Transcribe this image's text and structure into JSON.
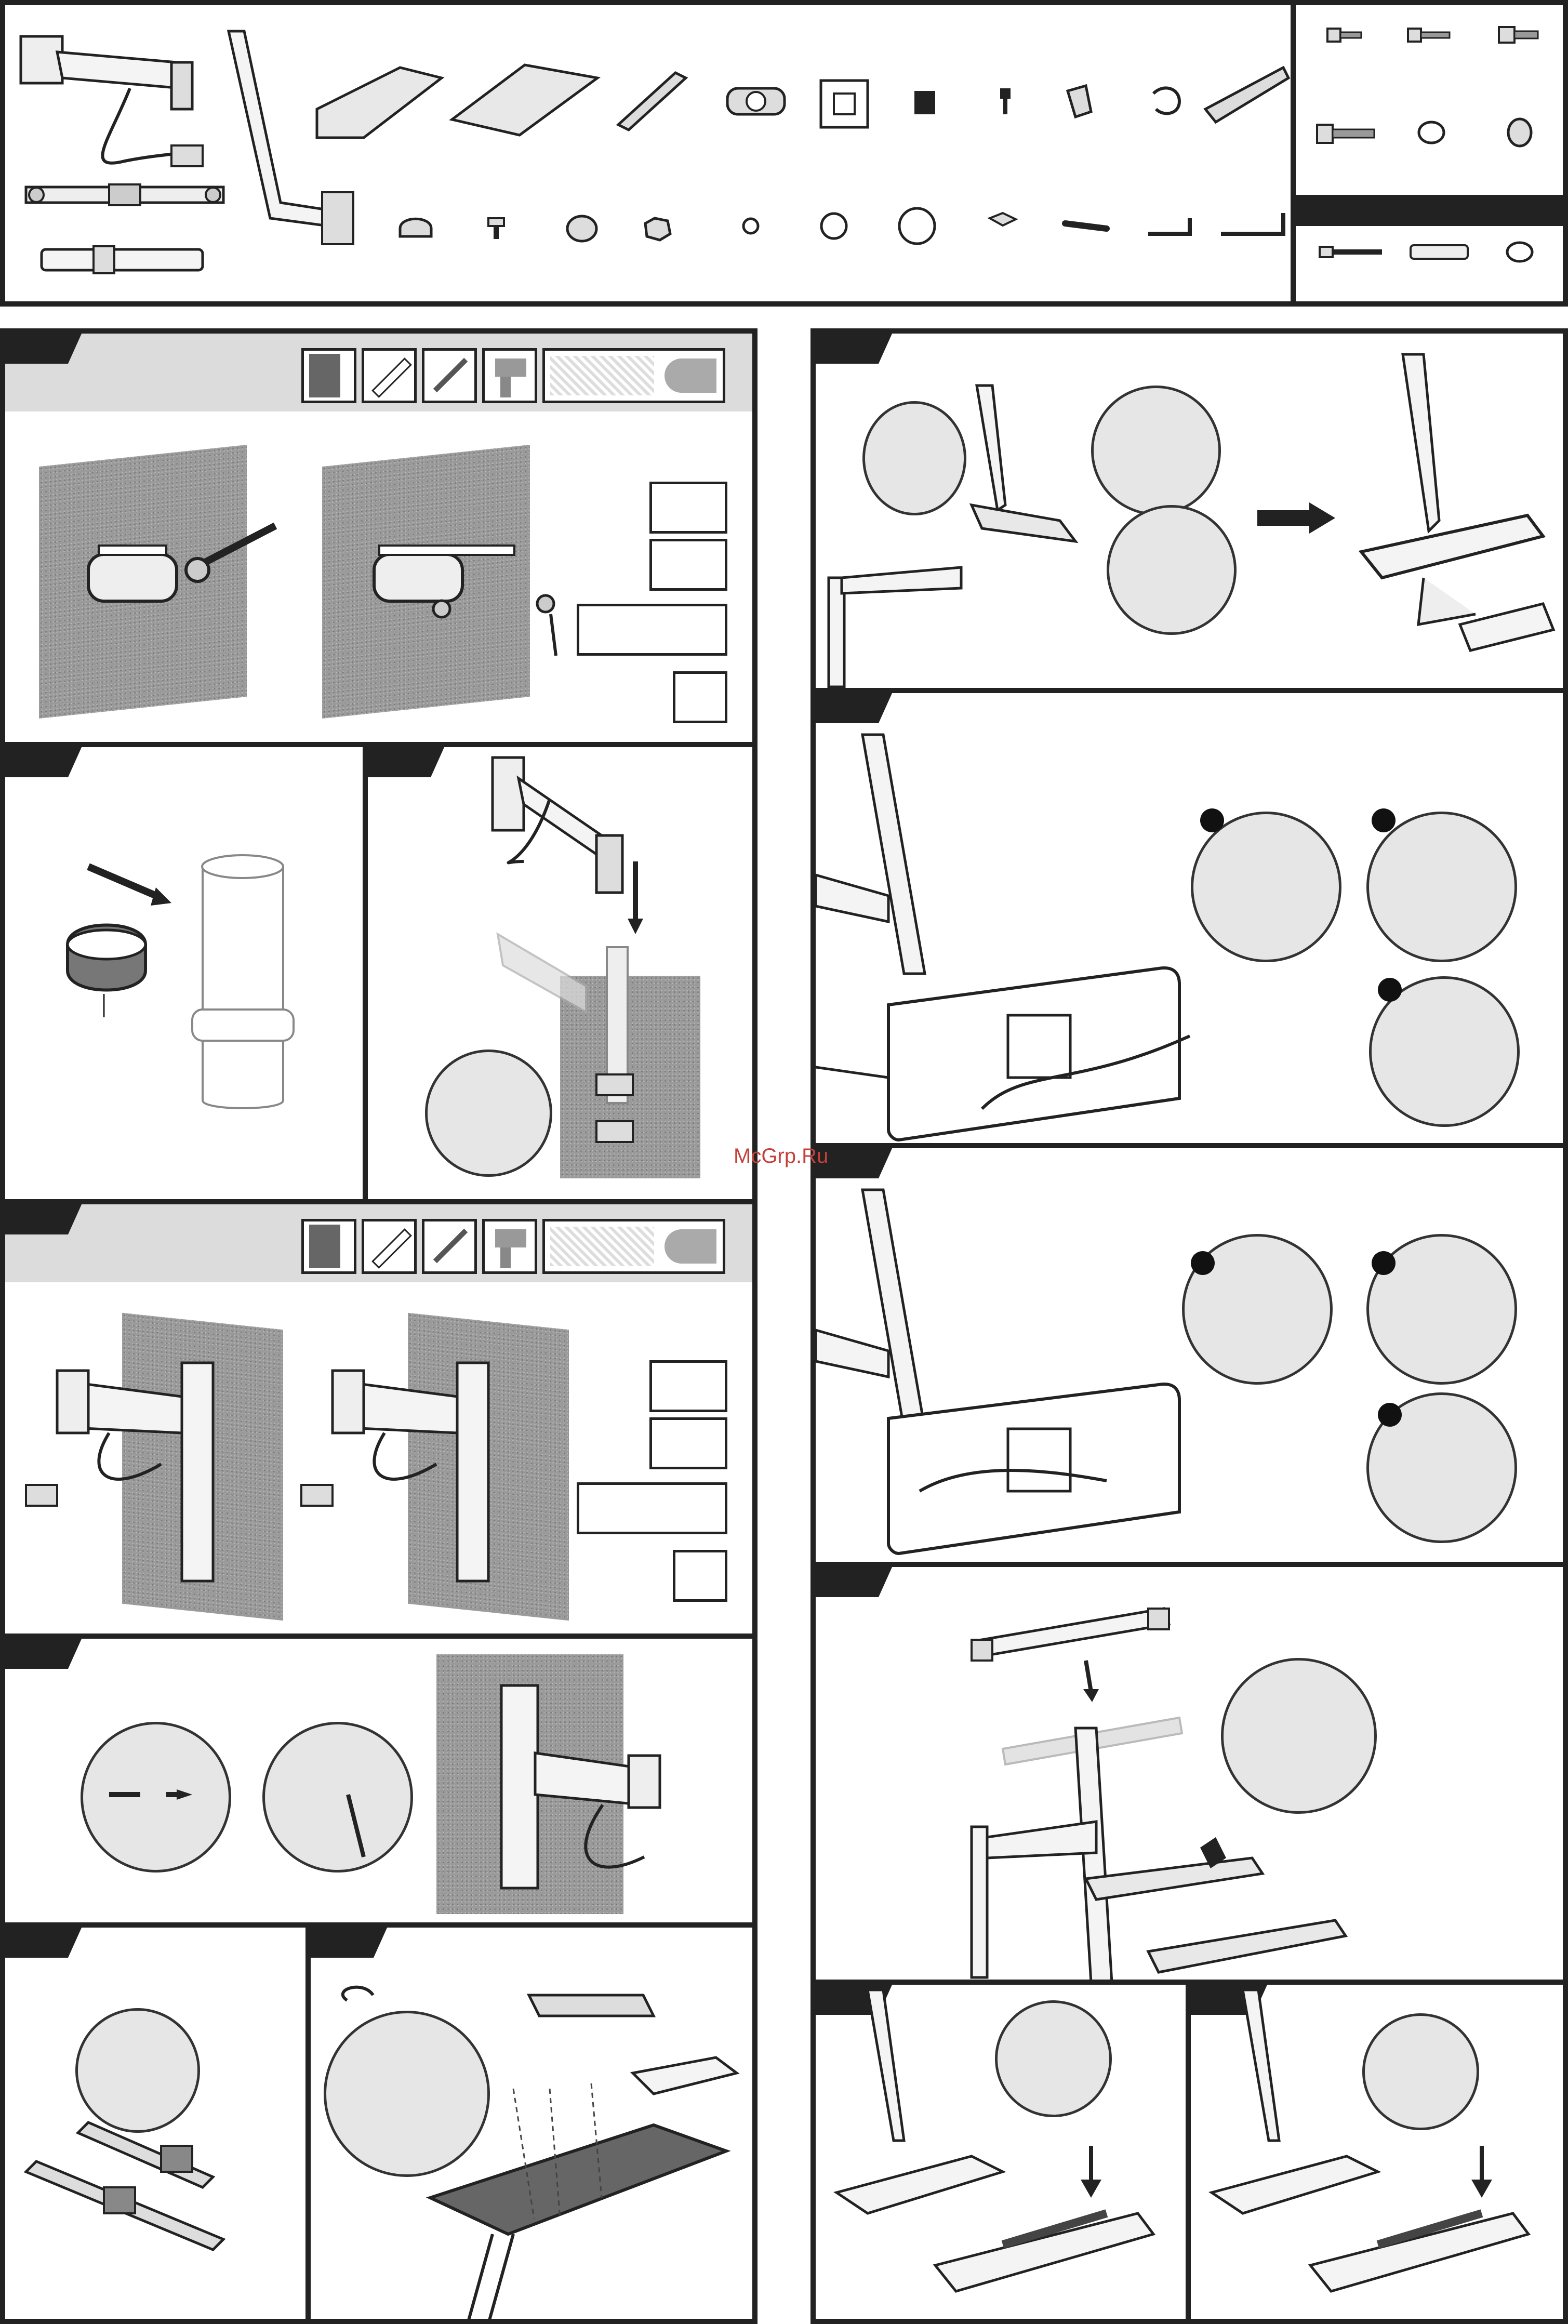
{
  "watermark": {
    "text": "McGrp.Ru",
    "color": "#c4403a"
  },
  "colors": {
    "frame": "#222222",
    "band": "#dcdcdc",
    "wall": "#9a9a9a",
    "detail": "#e6e6e6"
  },
  "parts_panel": {
    "large_parts": [
      "arm-with-cable",
      "crossbar",
      "post-tube",
      "bent-pole",
      "small-tray",
      "keyboard-tray",
      "slot-bar"
    ],
    "small_parts_row1": [
      "pole-clamp",
      "vesa-plate",
      "knurled-nut",
      "bolt",
      "clip",
      "cable-hook",
      "bracket-plate"
    ],
    "small_parts_row2": [
      "band-clamp",
      "screw",
      "cap",
      "hex-nut",
      "small-washer",
      "washer",
      "large-washer",
      "pad",
      "wrench",
      "allen-key-small",
      "allen-key-large"
    ],
    "screws_panel": [
      "screw-short",
      "screw-medium",
      "screw-large",
      "bolt-long",
      "washer-flat",
      "spacer"
    ],
    "wall_panel": [
      "wood-screw",
      "wall-anchor",
      "wall-washer"
    ]
  },
  "steps": [
    {
      "id": "wall-mark",
      "icons": [
        "wall-icon",
        "level-icon",
        "pencil-icon",
        "drill-icon",
        "drill-bit-icon"
      ]
    },
    {
      "id": "pole-clamp"
    },
    {
      "id": "arm-install"
    },
    {
      "id": "wall-mount",
      "icons": [
        "wall-icon",
        "level-icon",
        "pencil-icon",
        "drill-icon",
        "drill-bit-icon"
      ]
    },
    {
      "id": "tighten"
    },
    {
      "id": "pads"
    },
    {
      "id": "tray-assembly"
    },
    {
      "id": "tray-attach"
    },
    {
      "id": "monitor-left"
    },
    {
      "id": "monitor-right"
    },
    {
      "id": "crossbar"
    },
    {
      "id": "mat-left"
    },
    {
      "id": "mat-right"
    }
  ]
}
